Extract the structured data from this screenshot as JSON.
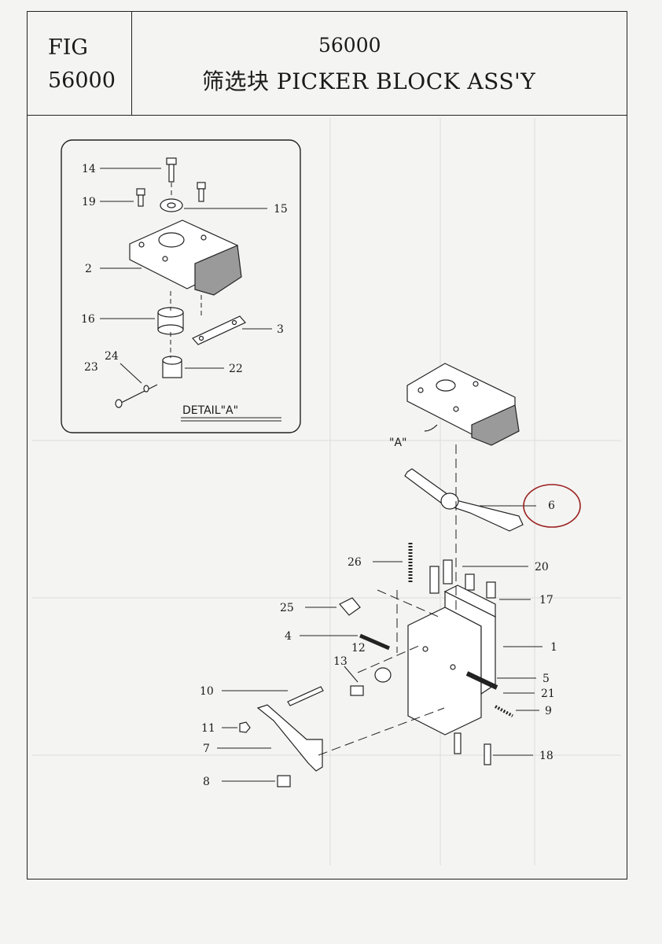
{
  "header": {
    "fig_word": "FIG",
    "fig_number": "56000",
    "part_number": "56000",
    "title": "筛选块 PICKER BLOCK ASS'Y"
  },
  "detail": {
    "caption": "DETAIL\"A\"",
    "labels": [
      "14",
      "19",
      "15",
      "2",
      "16",
      "3",
      "24",
      "23",
      "22"
    ]
  },
  "main": {
    "view_marker": "\"A\"",
    "labels": [
      "6",
      "26",
      "20",
      "25",
      "17",
      "4",
      "12",
      "1",
      "13",
      "5",
      "10",
      "21",
      "9",
      "11",
      "7",
      "18",
      "8"
    ],
    "highlight_color": "#9a1f1f"
  }
}
